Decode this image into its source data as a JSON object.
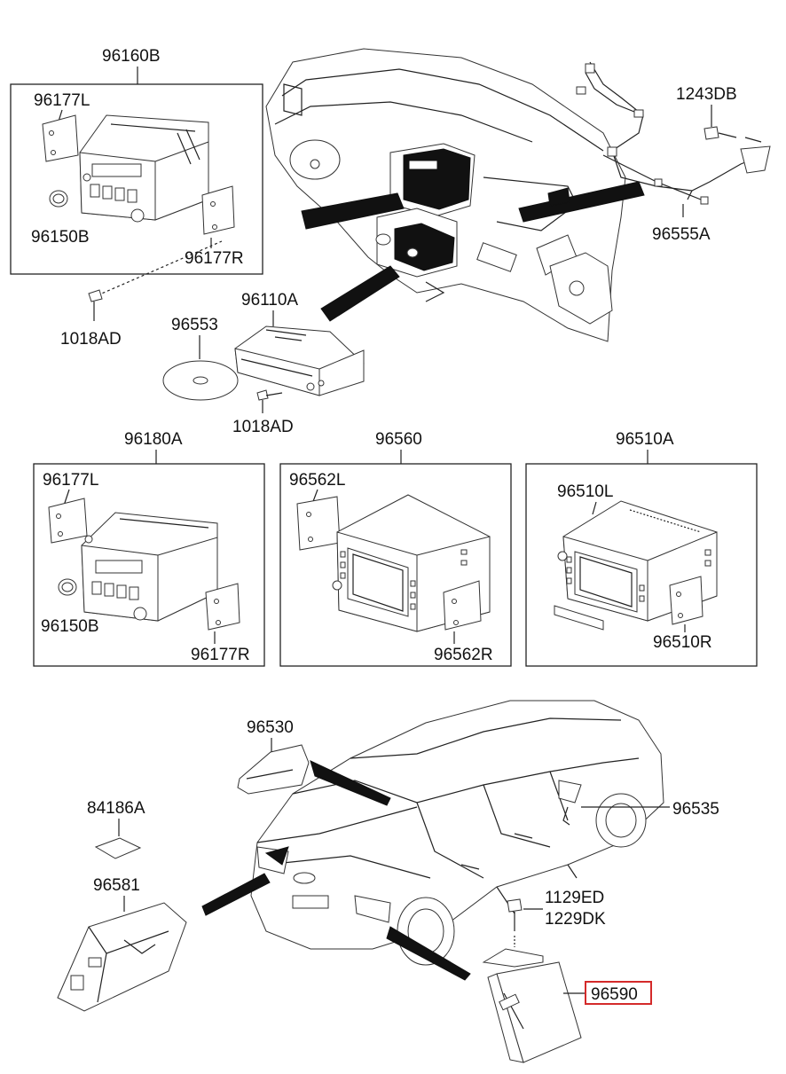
{
  "labels": {
    "radio1": {
      "top": "96160B",
      "bracket_l": "96177L",
      "knob": "96150B",
      "bracket_r": "96177R"
    },
    "screw1": "1018AD",
    "cd_disc": "96553",
    "cd_changer": "96110A",
    "screw2": "1018AD",
    "top_right_screw": "1243DB",
    "wiring": "96555A",
    "radio2": {
      "top": "96180A",
      "bracket_l": "96177L",
      "knob": "96150B",
      "bracket_r": "96177R"
    },
    "nav1": {
      "top": "96560",
      "bracket_l": "96562L",
      "bracket_r": "96562R"
    },
    "nav2": {
      "top": "96510A",
      "bracket_l": "96510L",
      "bracket_r": "96510R"
    },
    "antenna": "96530",
    "connector": "96535",
    "pad": "84186A",
    "bracket_bottom": "96581",
    "bolt_a": "1129ED",
    "bolt_b": "1229DK",
    "amp_highlighted": "96590"
  },
  "highlight_color": "#d42a2a"
}
